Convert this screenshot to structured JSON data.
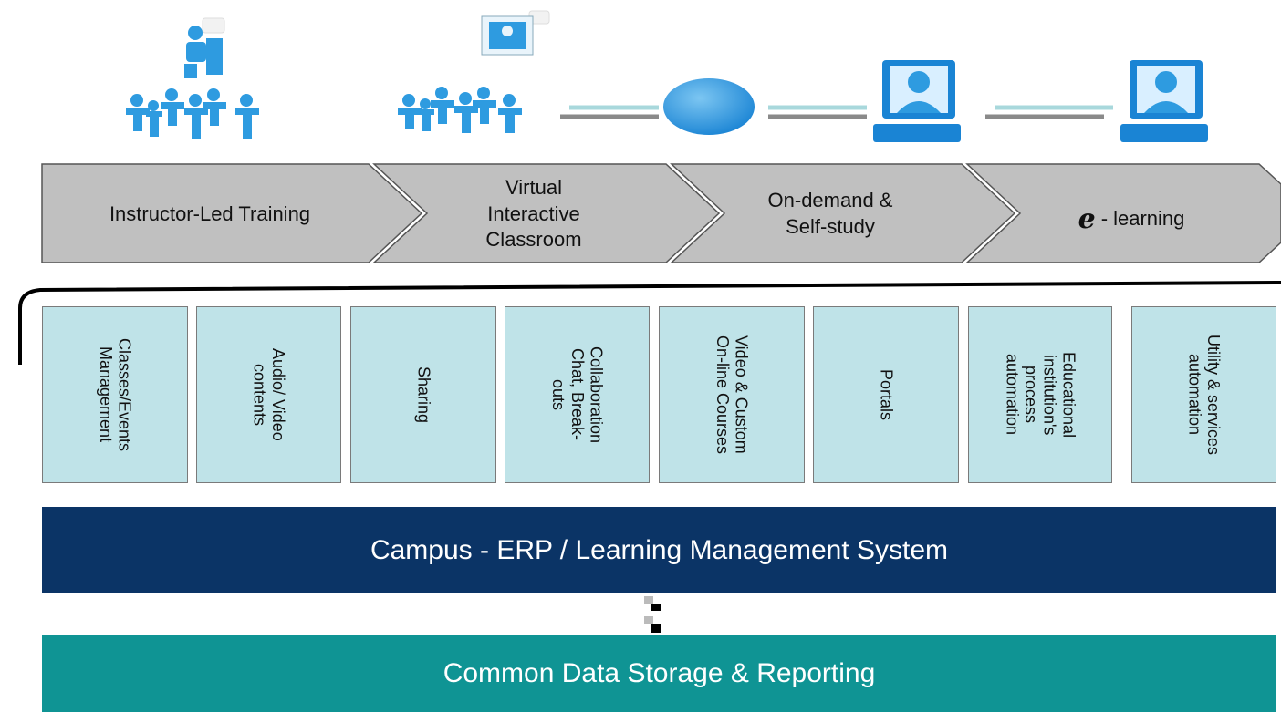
{
  "icons": [
    {
      "name": "instructor-classroom-icon"
    },
    {
      "name": "virtual-classroom-icon"
    },
    {
      "name": "network-cloud-icon"
    },
    {
      "name": "computer-user-icon"
    },
    {
      "name": "elearning-user-icon"
    }
  ],
  "stages": [
    {
      "label": "Instructor-Led Training"
    },
    {
      "label": "Virtual\nInteractive\nClassroom"
    },
    {
      "label": "On-demand &\nSelf-study"
    },
    {
      "prefix": "e",
      "label": "- learning"
    }
  ],
  "features": [
    "Classes/Events\nManagement",
    "Audio/ Video\ncontents",
    "Sharing",
    "Collaboration\nChat, Break-\nouts",
    "Video & Custom\nOn-line Courses",
    "Portals",
    "Educational\ninstitution's\nprocess\nautomation",
    "Utility & services\nautomation"
  ],
  "bands": {
    "erp": "Campus - ERP / Learning Management System",
    "data": "Common Data Storage & Reporting"
  },
  "colors": {
    "chevron_fill": "#c0c0c0",
    "feature_fill": "#bfe3e8",
    "erp_band": "#0b3466",
    "data_band": "#0f9494",
    "icon_blue": "#2e9be0"
  }
}
